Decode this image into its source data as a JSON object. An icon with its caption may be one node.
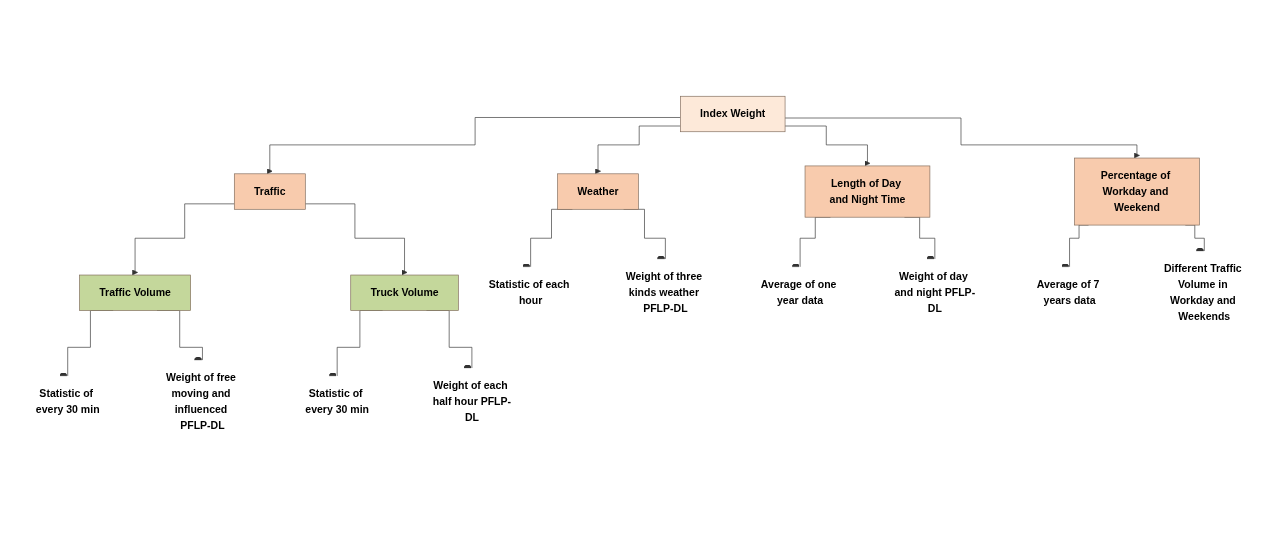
{
  "diagram": {
    "nodes": [
      {
        "text": [
          "Index Weight"
        ]
      },
      {
        "text": [
          "Weather"
        ]
      },
      {
        "text": [
          "Traffic"
        ]
      },
      {
        "text": [
          "Length of Day and Night Time"
        ]
      },
      {
        "text": [
          "Percentage of Workday and Weekend"
        ]
      },
      {
        "text": [
          "Traffic Volume"
        ]
      },
      {
        "text": [
          "Truck Volume"
        ]
      },
      {
        "text": [
          "Statistic of each hour"
        ]
      },
      {
        "text": [
          "Weight of three kinds weather PFLP-DL"
        ]
      },
      {
        "text": [
          "Statistic of every 30 min"
        ]
      },
      {
        "text": [
          "Weight of free moving and influenced PFLP-DL"
        ]
      },
      {
        "text": [
          "Statistic of every 30 min"
        ]
      },
      {
        "text": [
          "Weight of each half hour PFLP-DL"
        ]
      },
      {
        "text": [
          "Average of one year data"
        ]
      },
      {
        "text": [
          "Weight of day and night PFLP-DL"
        ]
      },
      {
        "text": [
          "Average of 7 years data"
        ]
      },
      {
        "text": [
          "Different Traffic Volume in Workday and Weekends"
        ]
      }
    ],
    "edges": [
      {
        "from": 0,
        "to": 1,
        "arrow": "to"
      },
      {
        "from": 0,
        "to": 2,
        "arrow": "to"
      },
      {
        "from": 0,
        "to": 3,
        "arrow": "to"
      },
      {
        "from": 0,
        "to": 4,
        "arrow": "to"
      },
      {
        "from": 2,
        "to": 5,
        "arrow": "to"
      },
      {
        "from": 2,
        "to": 6,
        "arrow": "to"
      },
      {
        "from": 1,
        "to": 7,
        "arrow": "other"
      },
      {
        "from": 1,
        "to": 8,
        "arrow": "other"
      },
      {
        "from": 5,
        "to": 9,
        "arrow": "other"
      },
      {
        "from": 5,
        "to": 10,
        "arrow": "other"
      },
      {
        "from": 6,
        "to": 11,
        "arrow": "other"
      },
      {
        "from": 6,
        "to": 12,
        "arrow": "other"
      },
      {
        "from": 3,
        "to": 13,
        "arrow": "other"
      },
      {
        "from": 3,
        "to": 14,
        "arrow": "other"
      },
      {
        "from": 4,
        "to": 15,
        "arrow": "other"
      },
      {
        "from": 4,
        "to": 16,
        "arrow": "other"
      }
    ]
  }
}
